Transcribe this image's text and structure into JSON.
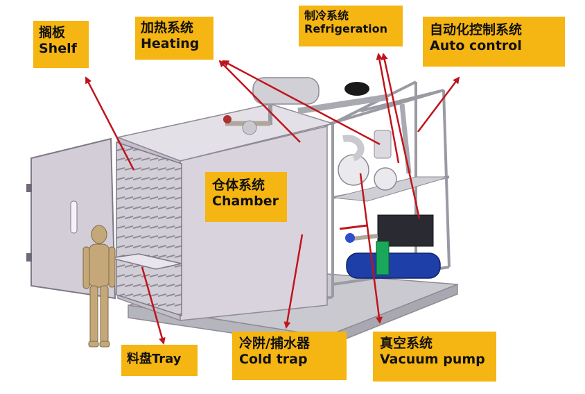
{
  "labels": {
    "shelf": {
      "zh": "搁板",
      "en": "Shelf"
    },
    "heating": {
      "zh": "加热系统",
      "en": "Heating"
    },
    "refrigeration": {
      "zh": "制冷系统",
      "en": "Refrigeration"
    },
    "auto_control": {
      "zh": "自动化控制系统",
      "en": "Auto control"
    },
    "chamber": {
      "zh": "仓体系统",
      "en": "Chamber"
    },
    "tray": {
      "zh": "料盘",
      "en": "Tray"
    },
    "cold_trap": {
      "zh": "冷阱/捕水器",
      "en": "Cold trap"
    },
    "vacuum_pump": {
      "zh": "真空系统",
      "en": "Vacuum pump"
    }
  },
  "colors": {
    "label_bg": "#f5b512",
    "arrow": "#c0141c",
    "machine_panel": "#d8d3dc",
    "machine_edge": "#8f8a94",
    "frame": "#b9b9c1",
    "compressor_blue": "#1f3fa8"
  }
}
